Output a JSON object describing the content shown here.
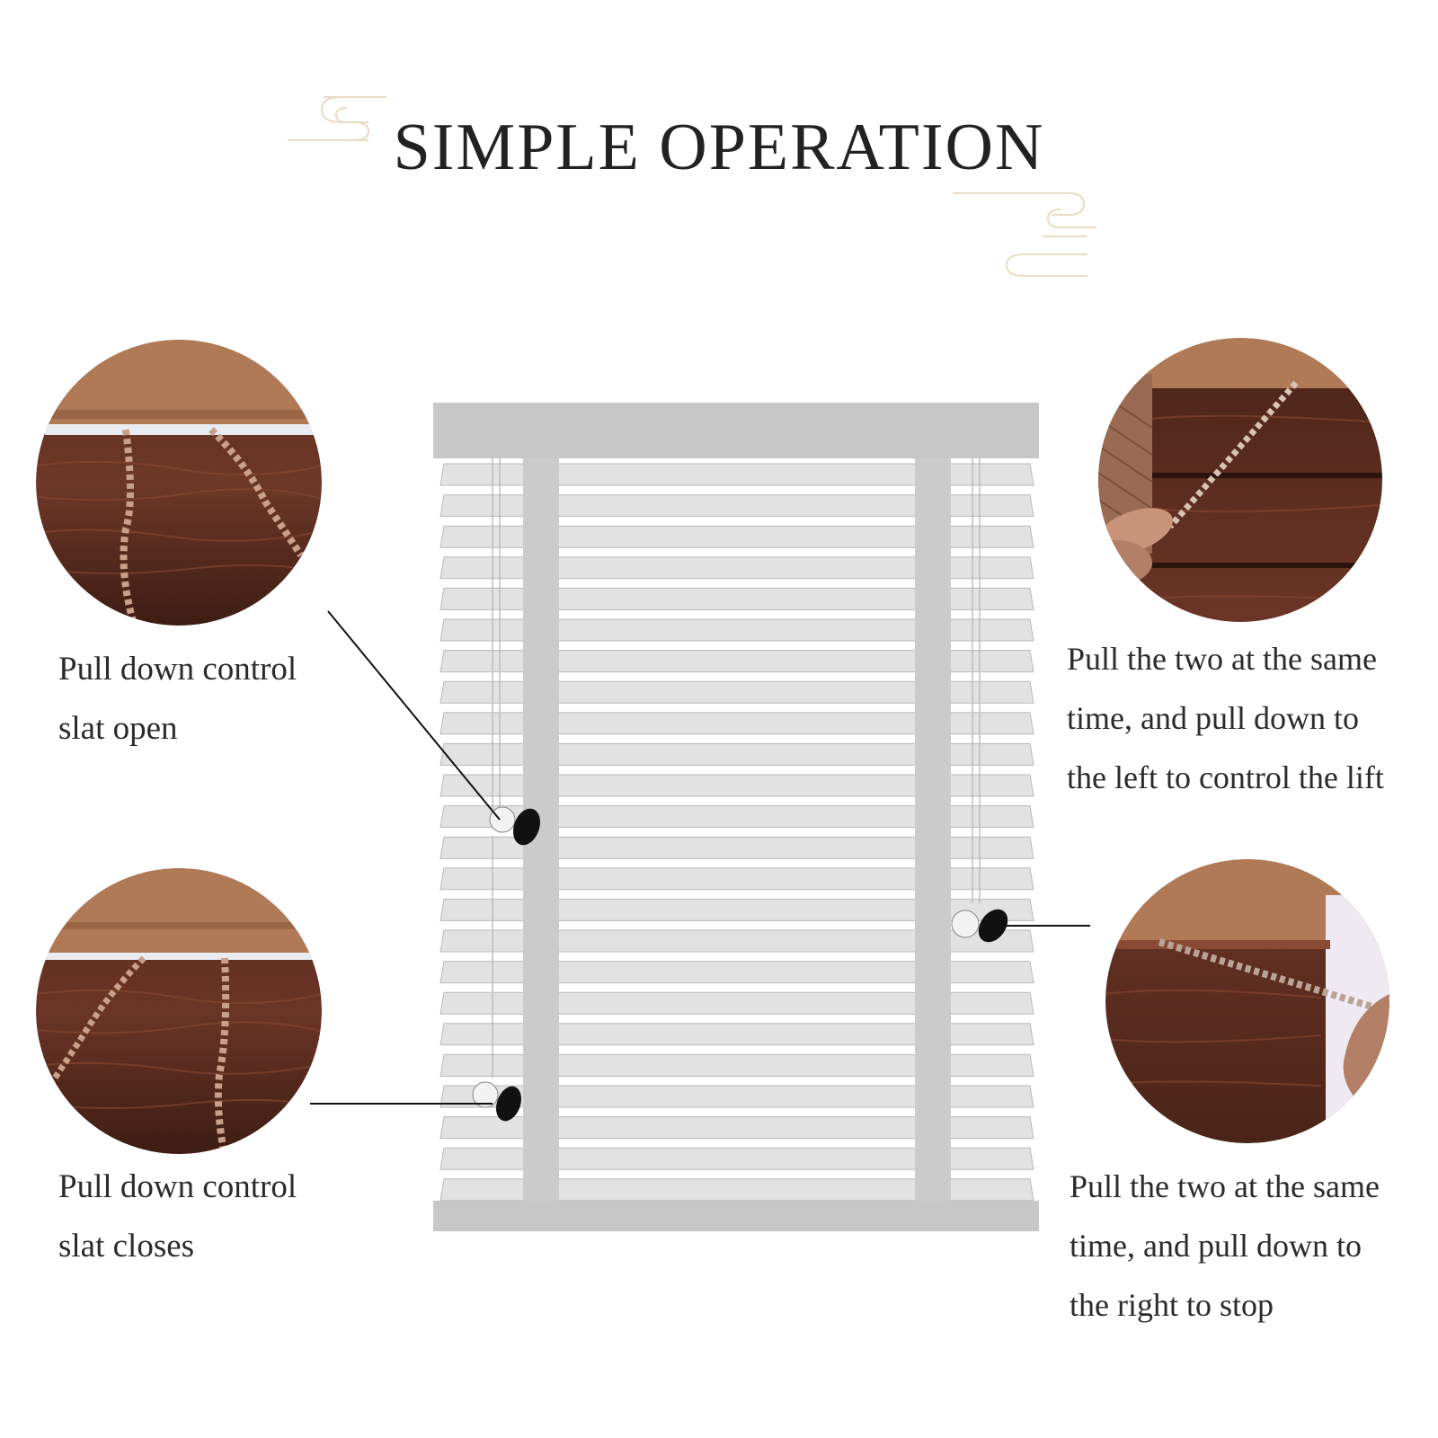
{
  "title": "SIMPLE OPERATION",
  "captions": {
    "top_left": [
      "Pull down control",
      "slat open"
    ],
    "bottom_left": [
      "Pull down control",
      "slat closes"
    ],
    "top_right": [
      "Pull the two at the same",
      "time, and pull down to",
      "the left to control the lift"
    ],
    "bottom_right": [
      "Pull the two at the same",
      "time, and pull down to",
      "the right to stop"
    ]
  },
  "colors": {
    "ornament": "#e8dcc4",
    "blind_frame": "#c7c7c7",
    "slat": "#e2e2e2",
    "pelmet": "#b07a57",
    "wood_dark": "#4a2418",
    "wood_mid": "#6b3526"
  }
}
